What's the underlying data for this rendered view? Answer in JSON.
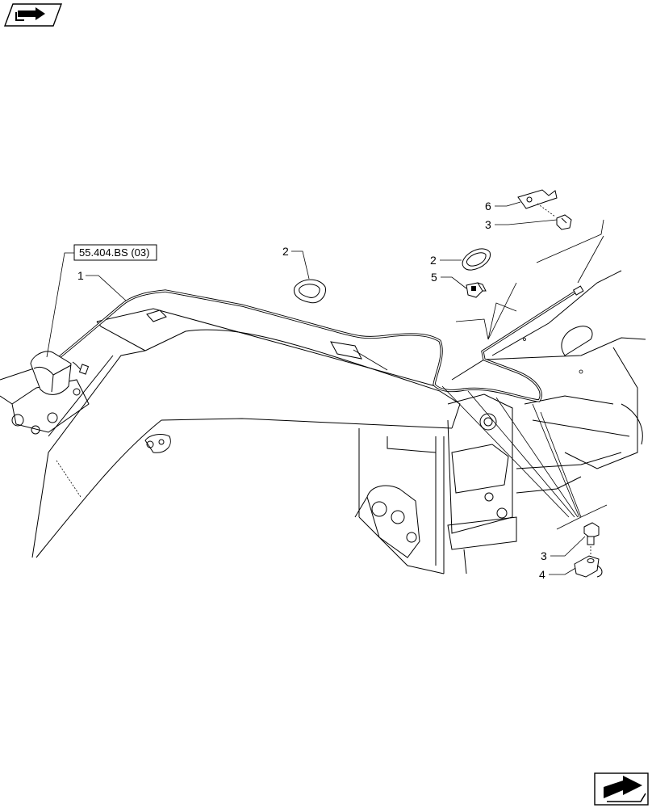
{
  "reference_box": {
    "label": "55.404.BS (03)"
  },
  "callouts": [
    {
      "id": "c1",
      "label": "1"
    },
    {
      "id": "c2a",
      "label": "2"
    },
    {
      "id": "c2b",
      "label": "2"
    },
    {
      "id": "c5",
      "label": "5"
    },
    {
      "id": "c6",
      "label": "6"
    },
    {
      "id": "c3a",
      "label": "3"
    },
    {
      "id": "c3b",
      "label": "3"
    },
    {
      "id": "c4",
      "label": "4"
    }
  ],
  "icons": {
    "top_left": "book-arrow-icon",
    "bottom_right": "next-page-arrow-icon"
  },
  "colors": {
    "line": "#000000",
    "background": "#ffffff",
    "icon_fill": "#000000"
  }
}
